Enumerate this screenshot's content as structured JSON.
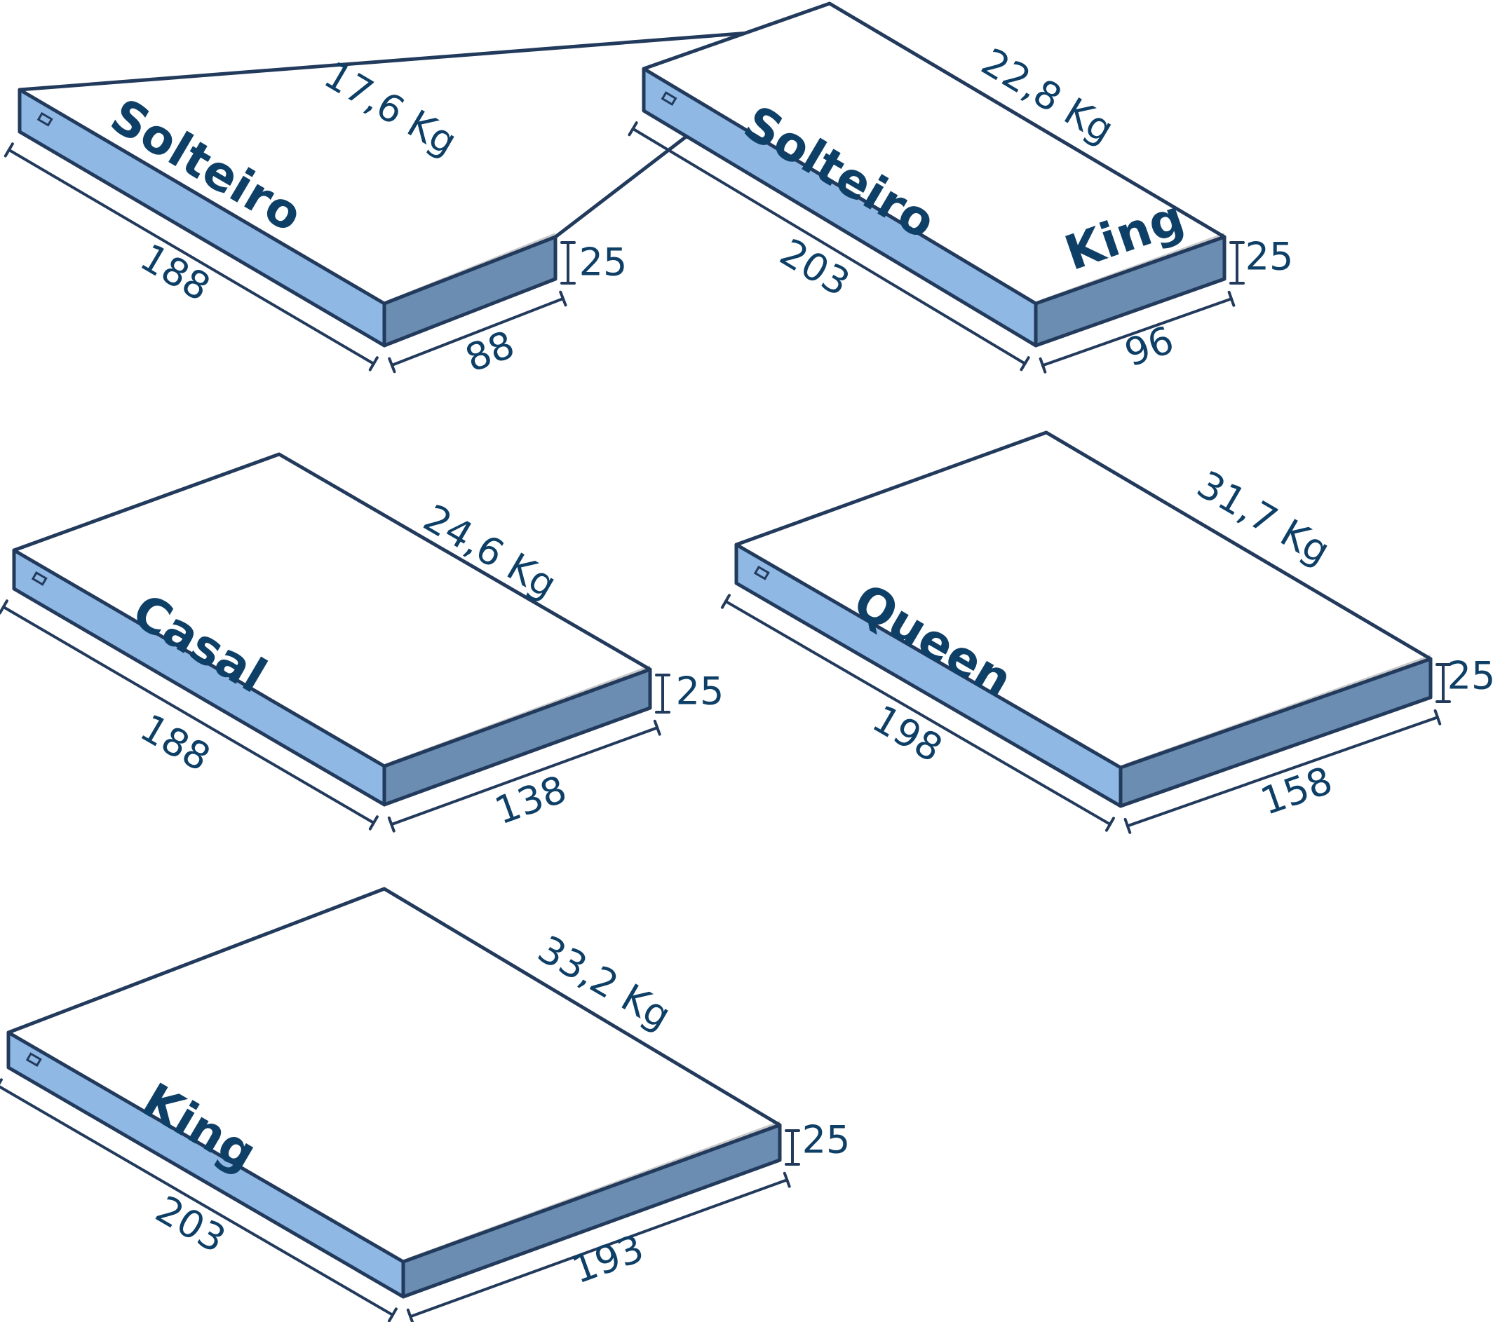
{
  "colors": {
    "top": "#ffffff",
    "top_edge": "#c9c9c9",
    "side_front": "#8fb8e4",
    "side_right": "#6b8db1",
    "outline": "#223a5c",
    "text": "#0e3f66"
  },
  "mattresses": [
    {
      "name": "Solteiro",
      "name2": "",
      "weight": "17,6 Kg",
      "length": "188",
      "width": "88",
      "height": "25"
    },
    {
      "name": "Solteiro",
      "name2": "King",
      "weight": "22,8 Kg",
      "length": "203",
      "width": "96",
      "height": "25"
    },
    {
      "name": "Casal",
      "name2": "",
      "weight": "24,6 Kg",
      "length": "188",
      "width": "138",
      "height": "25"
    },
    {
      "name": "Queen",
      "name2": "",
      "weight": "31,7 Kg",
      "length": "198",
      "width": "158",
      "height": "25"
    },
    {
      "name": "King",
      "name2": "",
      "weight": "33,2 Kg",
      "length": "203",
      "width": "193",
      "height": "25"
    }
  ]
}
